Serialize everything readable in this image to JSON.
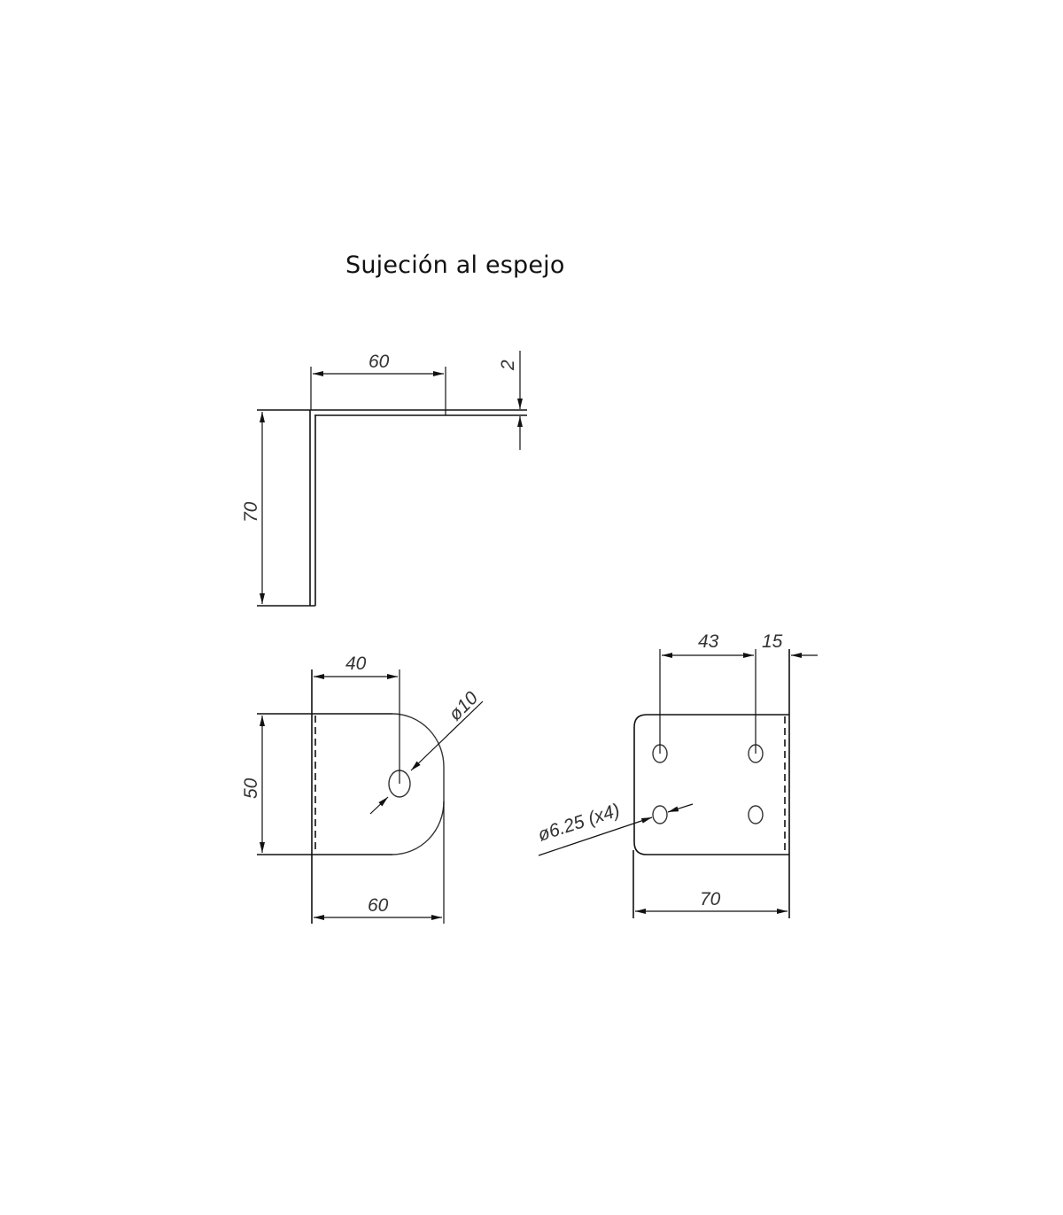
{
  "title": "Sujeción al espejo",
  "views": {
    "side_view": {
      "dim_horizontal": "60",
      "dim_vertical": "70",
      "dim_thickness": "2"
    },
    "front_view": {
      "dim_hole_position": "40",
      "dim_hole_diameter": "ø10",
      "dim_height": "50",
      "dim_width": "60"
    },
    "top_view": {
      "dim_hole_spacing": "43",
      "dim_edge_offset": "15",
      "dim_hole_diameter": "ø6.25  (x4)",
      "dim_width": "70"
    }
  }
}
